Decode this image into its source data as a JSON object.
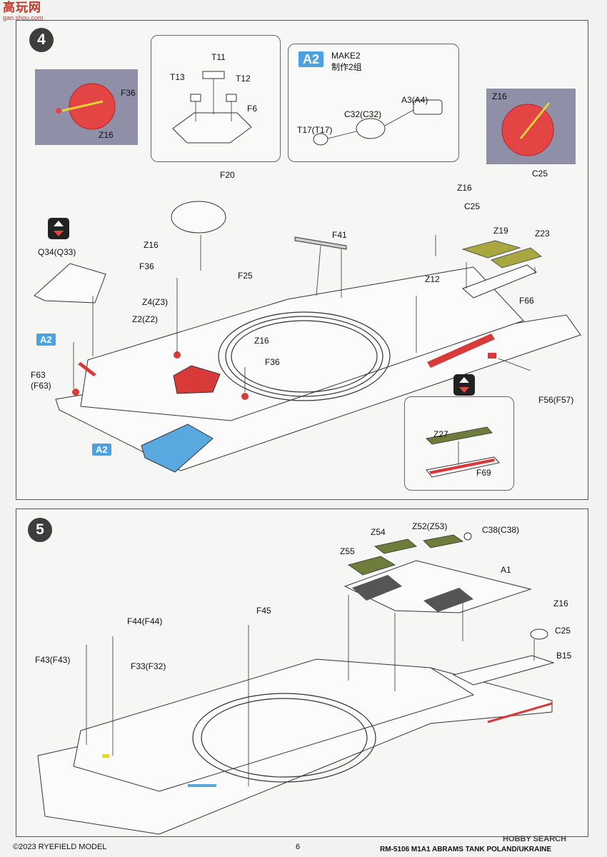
{
  "watermark": {
    "main": "高玩网",
    "url": "gao.shou.com"
  },
  "step4": {
    "number": "4",
    "sub_t": {
      "labels": {
        "t11": "T11",
        "t13": "T13",
        "t12": "T12",
        "f6": "F6"
      }
    },
    "sub_a2": {
      "tag": "A2",
      "make": "MAKE2",
      "make_cn": "制作2组",
      "labels": {
        "a3": "A3(A4)",
        "c32": "C32(C32)",
        "t17": "T17(T17)"
      }
    },
    "photo_left": {
      "f36": "F36",
      "z16": "Z16"
    },
    "photo_right": {
      "z16": "Z16",
      "c25": "C25"
    },
    "labels": {
      "f20": "F20",
      "z16a": "Z16",
      "c25a": "C25",
      "f41": "F41",
      "z19": "Z19",
      "z23": "Z23",
      "q34": "Q34(Q33)",
      "z16b": "Z16",
      "f36a": "F36",
      "f25": "F25",
      "z4": "Z4(Z3)",
      "z2": "Z2(Z2)",
      "f66": "F66",
      "z12": "Z12",
      "a2a": "A2",
      "z16c": "Z16",
      "f36b": "F36",
      "f63": "F63",
      "f63b": "(F63)",
      "f56": "F56(F57)",
      "a2b": "A2"
    },
    "detail": {
      "z27": "Z27",
      "f69": "F69"
    }
  },
  "step5": {
    "number": "5",
    "labels": {
      "z54": "Z54",
      "z52": "Z52(Z53)",
      "c38": "C38(C38)",
      "z55": "Z55",
      "a1": "A1",
      "z16": "Z16",
      "c25": "C25",
      "b15": "B15",
      "f44": "F44(F44)",
      "f45": "F45",
      "f43": "F43(F43)",
      "f33": "F33(F32)"
    }
  },
  "footer": {
    "copyright": "©2023 RYEFIELD MODEL",
    "page": "6",
    "title": "RM-5106 M1A1 ABRAMS TANK POLAND/UKRAINE",
    "hobby": "HOBBY SEARCH"
  },
  "colors": {
    "red": "#d83a3a",
    "blue": "#4aa3e0",
    "green": "#7a8c3a",
    "yellow": "#e8d23a",
    "photo": "#8f8fa8"
  },
  "icons": [
    "flip-arrow-icon"
  ]
}
